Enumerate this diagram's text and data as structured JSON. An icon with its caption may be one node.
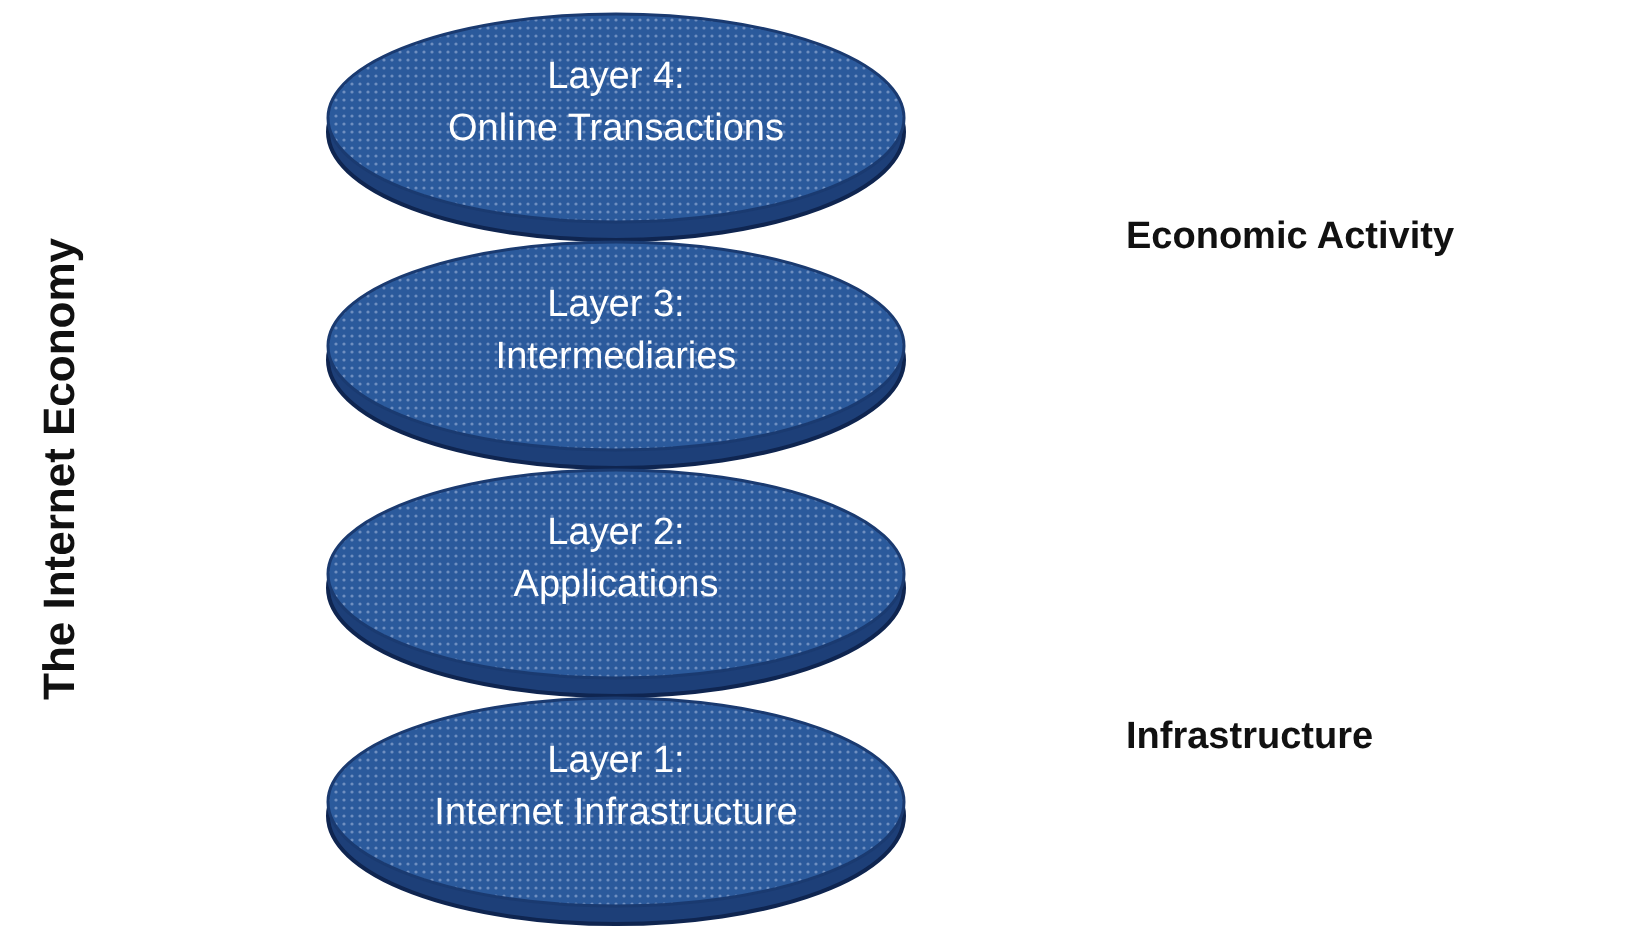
{
  "diagram": {
    "nodes": [
      {
        "text": [
          "Layer 4:",
          "Online Transactions"
        ]
      },
      {
        "text": [
          "Layer 3:",
          "Intermediaries"
        ]
      },
      {
        "text": [
          "Layer 2:",
          "Applications"
        ]
      },
      {
        "text": [
          "Layer 1:",
          "Internet Infrastructure"
        ]
      }
    ],
    "labels": [
      "The Internet Economy",
      "Economic Activity",
      "Infrastructure"
    ]
  }
}
